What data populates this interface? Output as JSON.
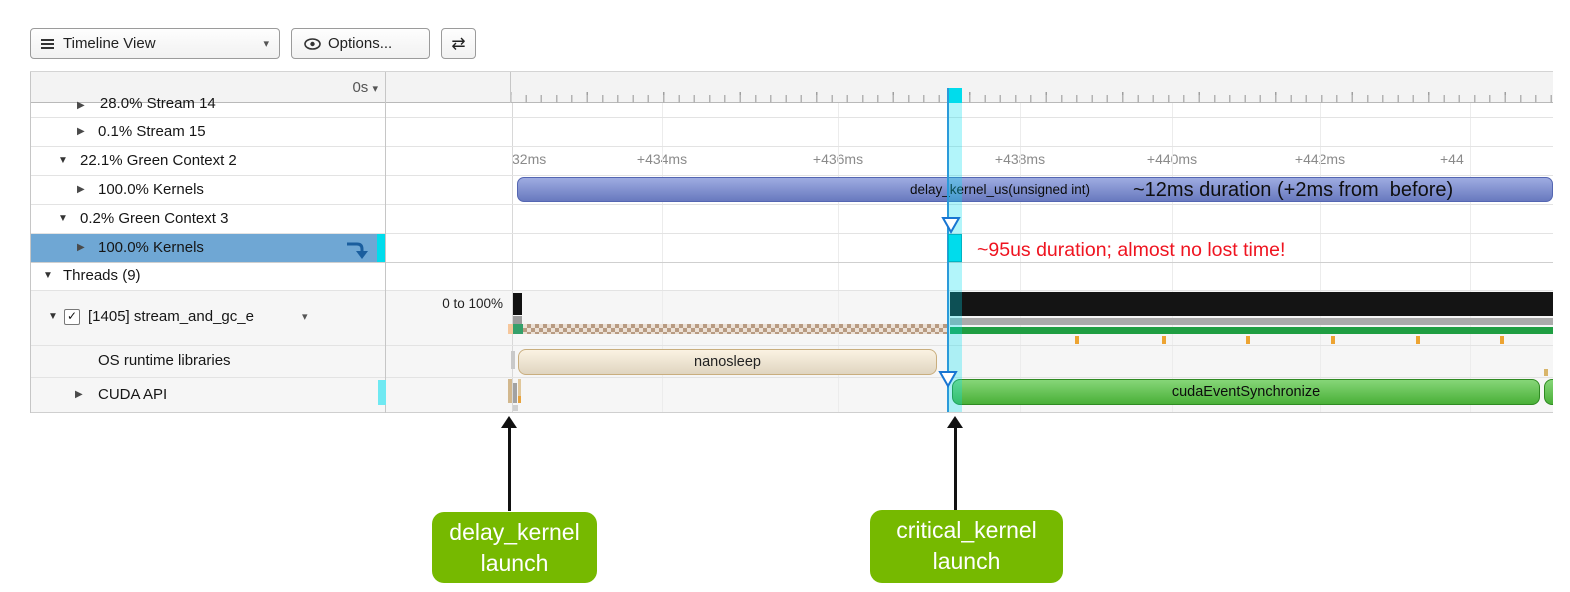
{
  "toolbar": {
    "view_selector": "Timeline View",
    "options_button": "Options..."
  },
  "ruler": {
    "origin_label": "0s",
    "labels": [
      "32ms",
      "+434ms",
      "+436ms",
      "+438ms",
      "+440ms",
      "+442ms",
      "+44"
    ]
  },
  "sidebar": {
    "rows": [
      {
        "label": "28.0% Stream 14"
      },
      {
        "label": "0.1% Stream 15"
      },
      {
        "label": "22.1% Green Context 2"
      },
      {
        "label": "100.0% Kernels"
      },
      {
        "label": "0.2% Green Context 3"
      },
      {
        "label": "100.0% Kernels",
        "selected": true
      },
      {
        "label": "Threads (9)"
      },
      {
        "label": "[1405] stream_and_gc_e",
        "checked": true
      },
      {
        "label": "OS runtime libraries"
      },
      {
        "label": "CUDA API"
      }
    ],
    "thread_scale_label": "0 to 100%"
  },
  "timeline": {
    "bars": {
      "delay_kernel": "delay_kernel_us(unsigned int)",
      "nanosleep": "nanosleep",
      "cuda_event_sync": "cudaEventSynchronize"
    },
    "annotations": {
      "duration_blue": "~12ms duration (+2ms from  before)",
      "duration_red": "~95us duration; almost no lost time!"
    }
  },
  "callouts": [
    {
      "line1": "delay_kernel",
      "line2": "launch"
    },
    {
      "line1": "critical_kernel",
      "line2": "launch"
    }
  ],
  "icons": {
    "caret_down": "▾",
    "tree_expand": "▶",
    "tree_collapse": "▼",
    "check": "✓",
    "swap": "⇄"
  },
  "colors": {
    "accent_selected_row": "#6fa7d4",
    "marker_cyan": "#00dcec",
    "kernel_bar_blue": "#7487d4",
    "api_bar_green": "#52c43e",
    "os_bar_cream": "#f9edd6",
    "callout_green": "#76b900",
    "annotation_red": "#ef1420",
    "thread_state_green": "#1f9e42",
    "thread_marker_orange": "#eda432"
  }
}
